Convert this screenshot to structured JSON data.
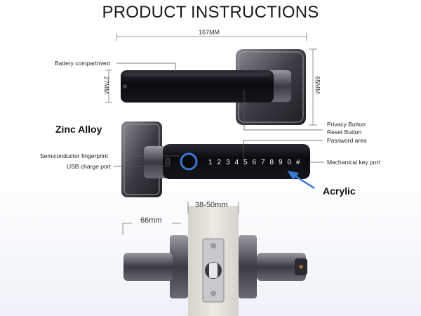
{
  "title": "PRODUCT INSTRUCTIONS",
  "dimensions": {
    "length": "167MM",
    "height": "65MM",
    "handle_thickness": "27MM",
    "door_thickness": "38-50mm",
    "backset": "66mm"
  },
  "callouts": {
    "battery": "Battery compartment",
    "privacy": "Privacy Button",
    "reset": "Reset Button",
    "password": "Password area",
    "fingerprint": "Semiconductor fingerprint",
    "usb": "USB charge port",
    "key": "Mechanical key port"
  },
  "materials": {
    "zinc": "Zinc Alloy",
    "acrylic": "Acrylic"
  },
  "keypad": {
    "keys": [
      "1",
      "2",
      "3",
      "4",
      "5",
      "6",
      "7",
      "8",
      "9",
      "0",
      "#"
    ]
  },
  "colors": {
    "accent": "#3a78d8",
    "handle": "#0b0b0f",
    "metal": "#4a4a52"
  }
}
